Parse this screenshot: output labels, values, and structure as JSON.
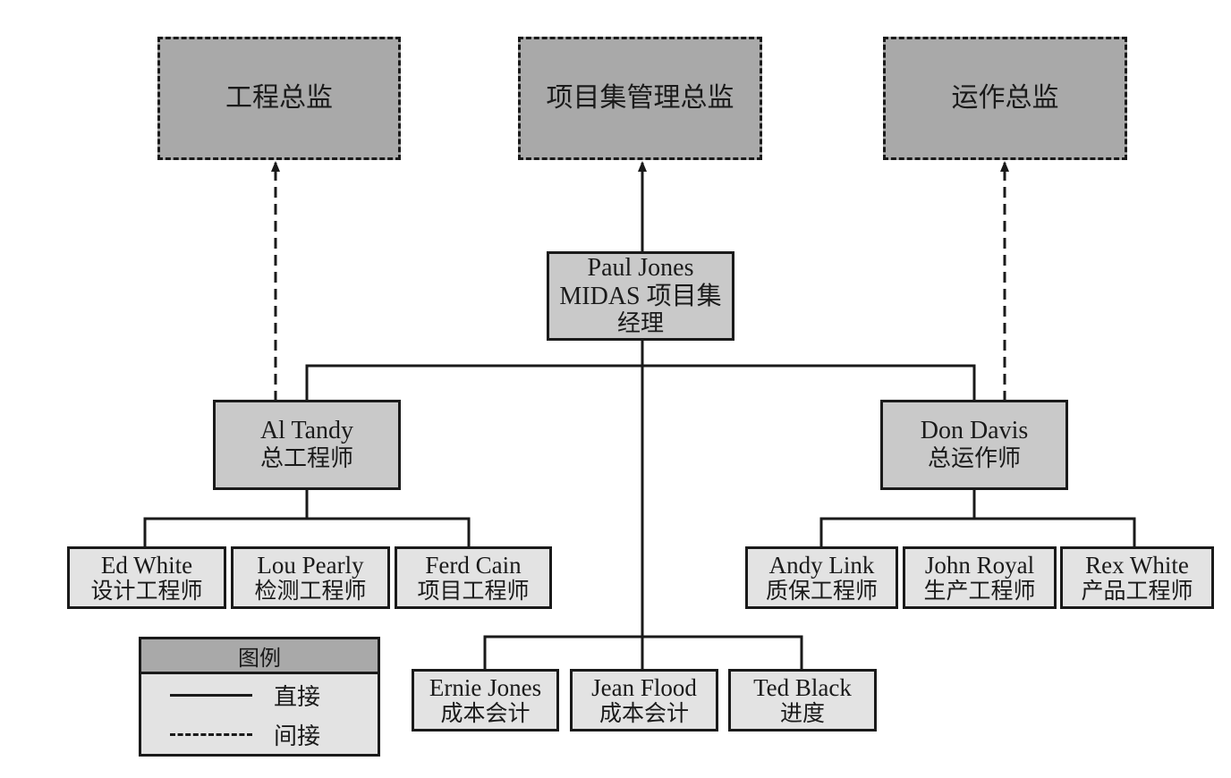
{
  "directors": {
    "engineering": "工程总监",
    "program": "项目集管理总监",
    "operations": "运作总监"
  },
  "program_manager": {
    "name": "Paul Jones",
    "title_line1": "MIDAS 项目集",
    "title_line2": "经理"
  },
  "chief_engineer": {
    "name": "Al Tandy",
    "title": "总工程师"
  },
  "chief_operations": {
    "name": "Don Davis",
    "title": "总运作师"
  },
  "engineering_staff": [
    {
      "name": "Ed White",
      "title": "设计工程师"
    },
    {
      "name": "Lou Pearly",
      "title": "检测工程师"
    },
    {
      "name": "Ferd Cain",
      "title": "项目工程师"
    }
  ],
  "operations_staff": [
    {
      "name": "Andy Link",
      "title": "质保工程师"
    },
    {
      "name": "John Royal",
      "title": "生产工程师"
    },
    {
      "name": "Rex White",
      "title": "产品工程师"
    }
  ],
  "program_staff": [
    {
      "name": "Ernie Jones",
      "title": "成本会计"
    },
    {
      "name": "Jean Flood",
      "title": "成本会计"
    },
    {
      "name": "Ted Black",
      "title": "进度"
    }
  ],
  "legend": {
    "title": "图例",
    "direct": "直接",
    "indirect": "间接"
  }
}
